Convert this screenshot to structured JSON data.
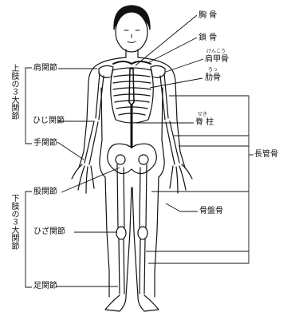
{
  "labels": {
    "kyokotsu": "胸 骨",
    "sakotsu": "鎖 骨",
    "kenkokotsu": "肩甲骨",
    "kenkokotsu_ruby": "けんこう",
    "rokkotsu": "肋骨",
    "rokkotsu_ruby": "ろっ",
    "sekichu": "脊 柱",
    "sekichu_ruby": "せき",
    "chokankotsu": "長管骨",
    "kotsubankotsu": "骨盤骨",
    "kata_kansetsu": "肩関節",
    "hiji_kansetsu": "ひじ関節",
    "te_kansetsu": "手関節",
    "mata_kansetsu": "股関節",
    "hiza_kansetsu": "ひざ関節",
    "ashi_kansetsu": "足関節",
    "upper_limb_joints": "上肢の３大関節",
    "lower_limb_joints": "下肢の３大関節"
  }
}
